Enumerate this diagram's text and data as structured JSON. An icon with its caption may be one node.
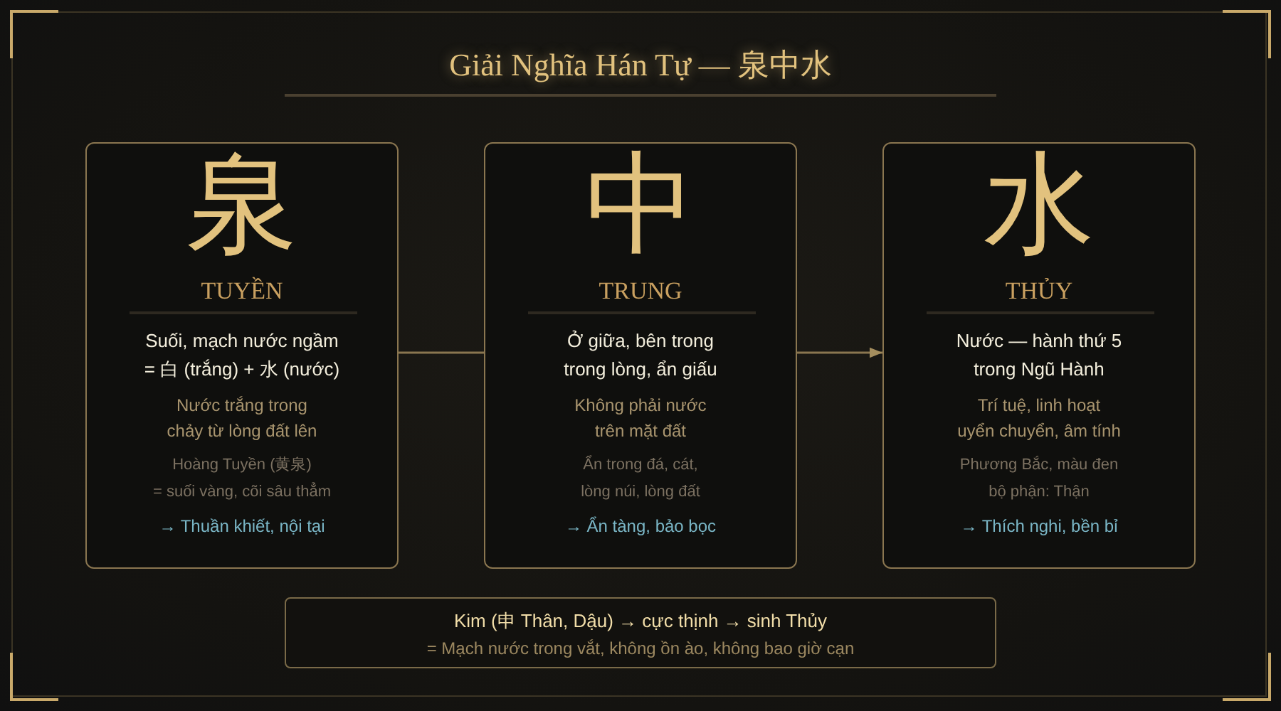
{
  "diagram": {
    "title": "Giải Nghĩa Hán Tự — 泉中水",
    "nodes": [
      {
        "text": [
          "泉",
          "TUYỀN",
          "Suối, mạch nước ngầm = 白 (trắng) + 水 (nước)",
          "Nước trắng trong chảy từ lòng đất lên",
          "Hoàng Tuyền (黄泉) = suối vàng, cõi sâu thẳm",
          "→ Thuần khiết, nội tại"
        ]
      },
      {
        "text": [
          "中",
          "TRUNG",
          "Ở giữa, bên trong trong lòng, ẩn giấu",
          "Không phải nước trên mặt đất",
          "Ẩn trong đá, cát, lòng núi, lòng đất",
          "→ Ẩn tàng, bảo bọc"
        ]
      },
      {
        "text": [
          "水",
          "THỦY",
          "Nước — hành thứ 5 trong Ngũ Hành",
          "Trí tuệ, linh hoạt uyển chuyển, âm tính",
          "Phương Bắc, màu đen bộ phận: Thận",
          "→ Thích nghi, bền bỉ"
        ]
      },
      {
        "text": [
          "Kim (申 Thân, Dậu) → cực thịnh → sinh Thủy",
          "= Mạch nước trong vắt, không ồn ào, không bao giờ cạn"
        ]
      }
    ],
    "edges": [
      {
        "from": 0,
        "to": 1,
        "arrow": "none"
      },
      {
        "from": 1,
        "to": 2,
        "arrow": "to"
      }
    ]
  }
}
